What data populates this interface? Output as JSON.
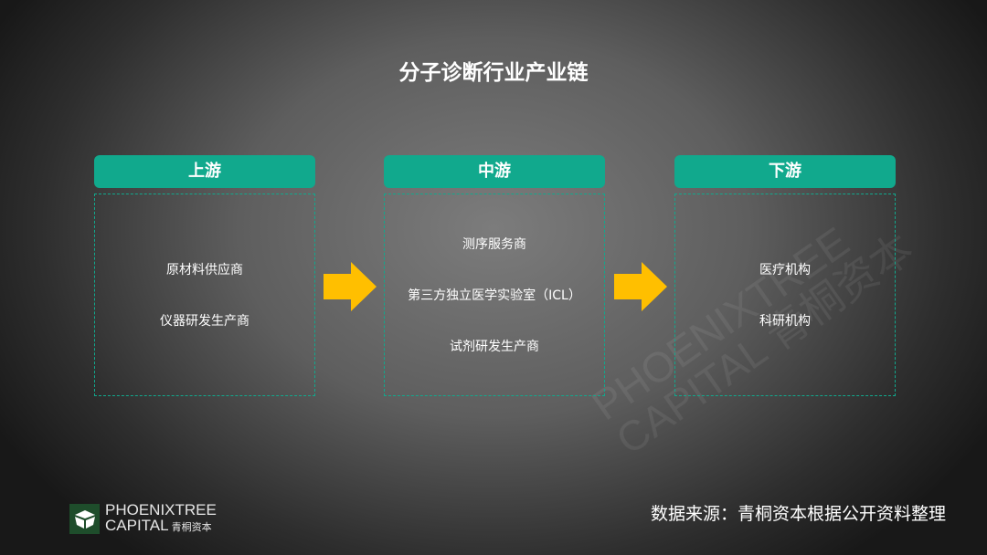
{
  "title": "分子诊断行业产业链",
  "columns": [
    {
      "header": "上游",
      "items": [
        "原材料供应商",
        "仪器研发生产商"
      ]
    },
    {
      "header": "中游",
      "items": [
        "测序服务商",
        "第三方独立医学实验室（ICL）",
        "试剂研发生产商"
      ]
    },
    {
      "header": "下游",
      "items": [
        "医疗机构",
        "科研机构"
      ]
    }
  ],
  "source": "数据来源：青桐资本根据公开资料整理",
  "logo": {
    "line1": "PHOENIXTREE",
    "line2": "CAPITAL",
    "cn": "青桐资本"
  },
  "watermark": "PHOENIXTREE CAPITAL 青桐资本",
  "colors": {
    "accent": "#11a98d",
    "arrow": "#ffbf00"
  }
}
